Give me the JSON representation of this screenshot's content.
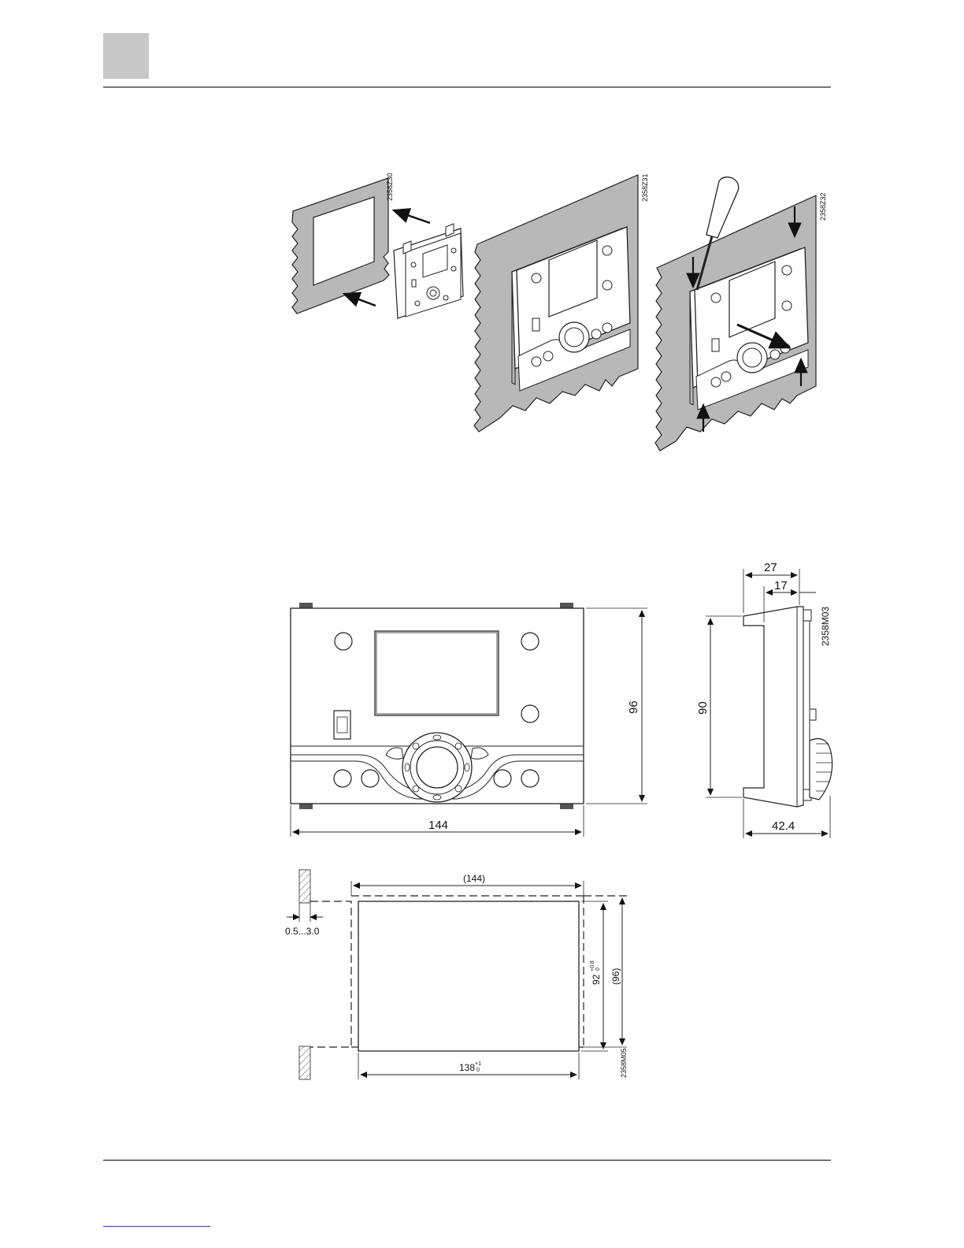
{
  "figures": {
    "mounting": {
      "codes": [
        "2358Z30",
        "2358Z31",
        "2358Z32"
      ]
    },
    "dimensions": {
      "code": "2358M03",
      "width": "144",
      "height": "96",
      "side_depth_total": "27",
      "side_depth_front": "17",
      "side_height": "90",
      "side_depth": "42.4"
    },
    "cutout": {
      "code": "2358M05",
      "outer_width": "(144)",
      "outer_height": "(96)",
      "cutout_width": "138",
      "cutout_width_tol_upper": "+1",
      "cutout_width_tol_lower": "0",
      "cutout_height": "92",
      "cutout_height_tol_upper": "+0.8",
      "cutout_height_tol_lower": "0",
      "panel_thickness": "0.5...3.0"
    }
  }
}
